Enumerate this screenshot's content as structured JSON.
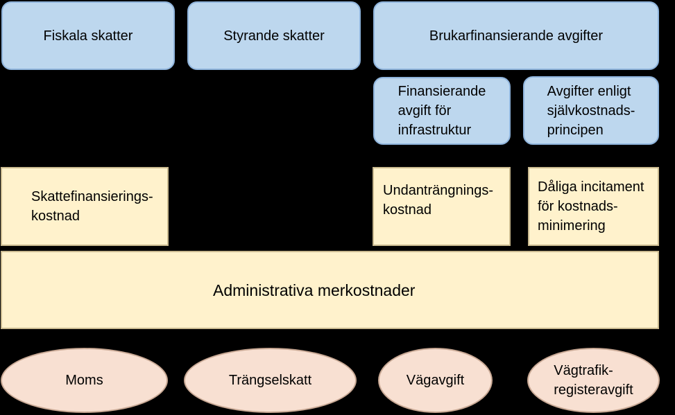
{
  "top_row": {
    "fiskala": "Fiskala skatter",
    "styrande": "Styrande skatter",
    "brukarfinansierande": "Brukarfinansierande avgifter"
  },
  "sub_row": {
    "finansierande": "Finansierande\navgift för\ninfrastruktur",
    "sjalvkostnad": "Avgifter enligt\nsjälvkostnads-\nprincipen"
  },
  "cost_row": {
    "skattefinansiering": "Skattefinansierings-\nkostnad",
    "undantrangning": "Undanträngnings-\nkostnad",
    "daliga_incitament": "Dåliga incitament\nför kostnads-\nminimering"
  },
  "admin": {
    "label": "Administrativa merkostnader"
  },
  "examples": {
    "moms": "Moms",
    "trangselskatt": "Trängselskatt",
    "vagavgift": "Vägavgift",
    "vagtrafik": "Vägtrafik-\nregisteravgift"
  }
}
